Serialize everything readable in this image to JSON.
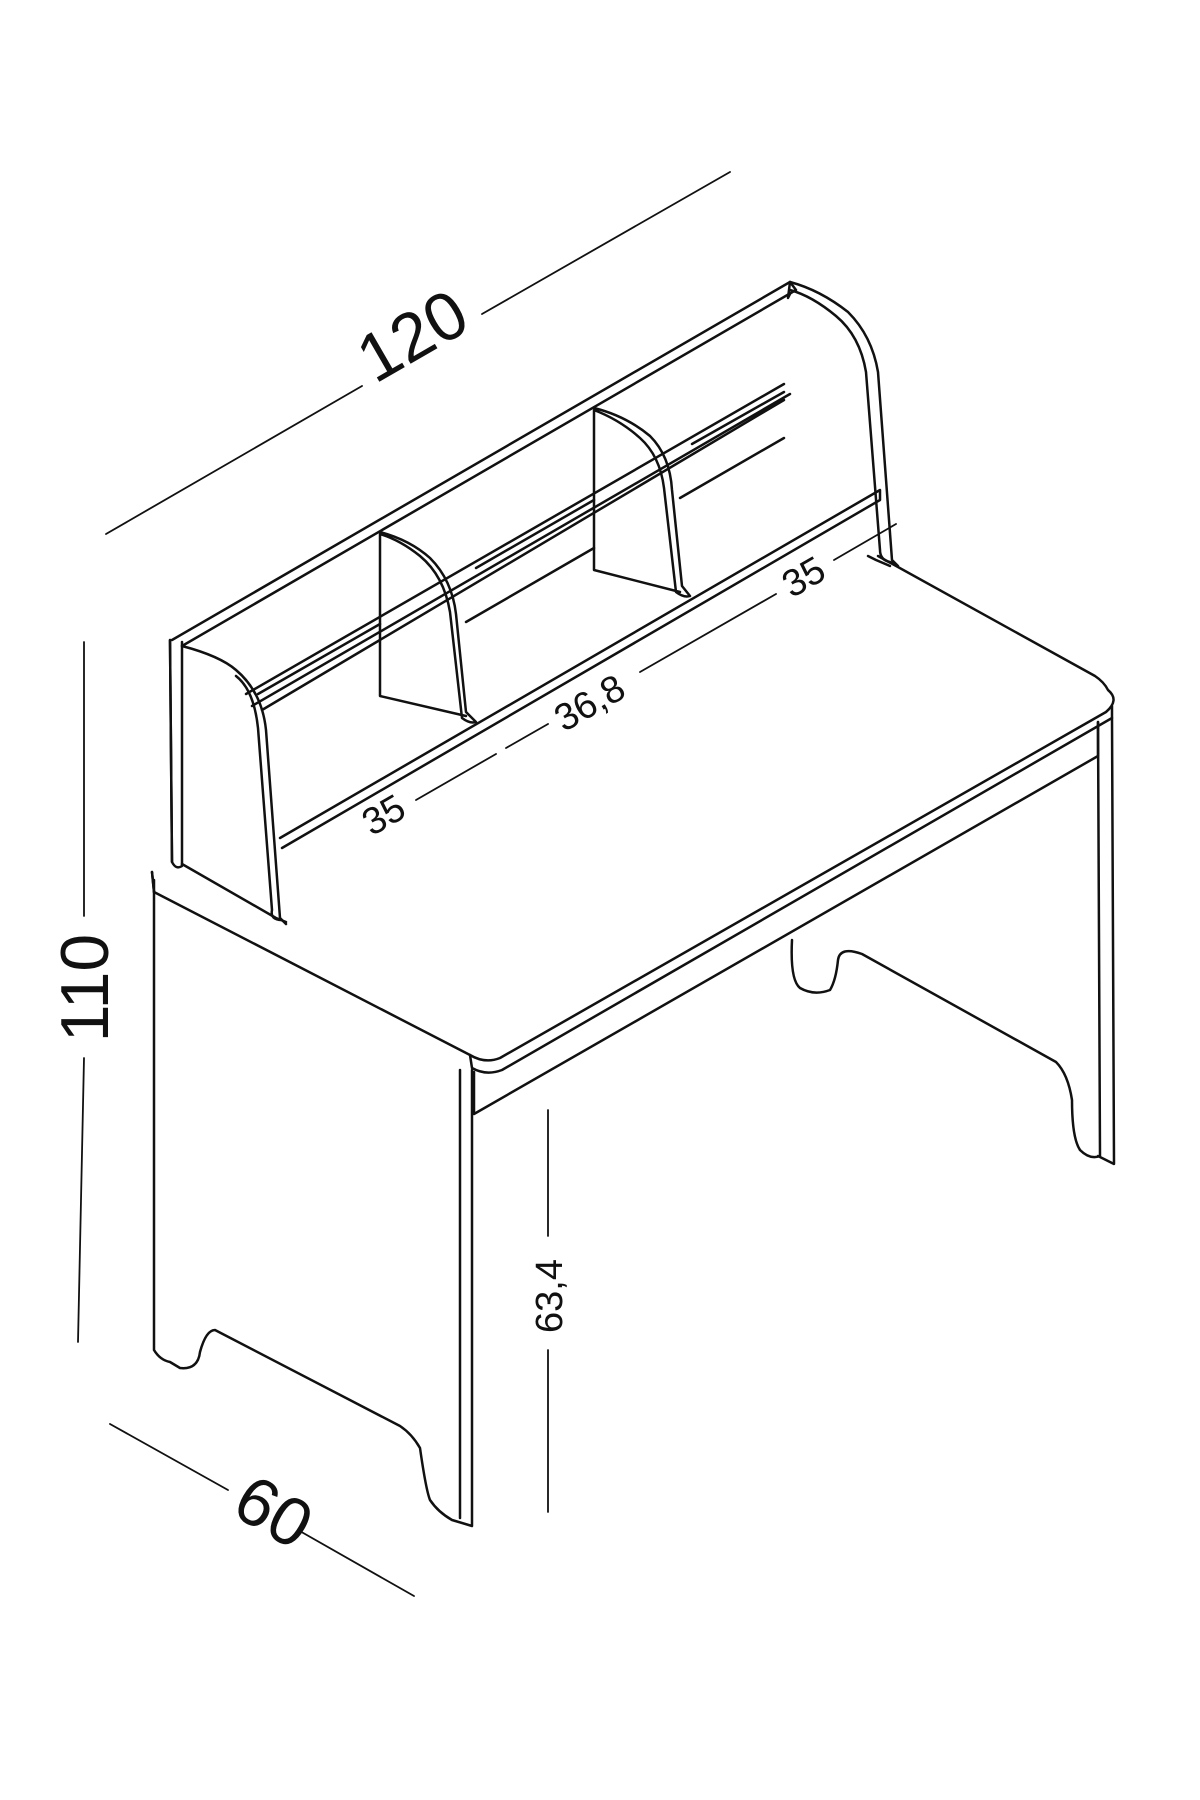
{
  "diagram": {
    "type": "technical-drawing",
    "subject": "desk-with-hutch",
    "line_color": "#111111",
    "background": "#ffffff"
  },
  "dimensions": {
    "width": "120",
    "height": "110",
    "depth": "60",
    "desk_height": "63,4",
    "hutch_left_section": "35",
    "hutch_middle_section": "36,8",
    "hutch_right_section": "35"
  }
}
